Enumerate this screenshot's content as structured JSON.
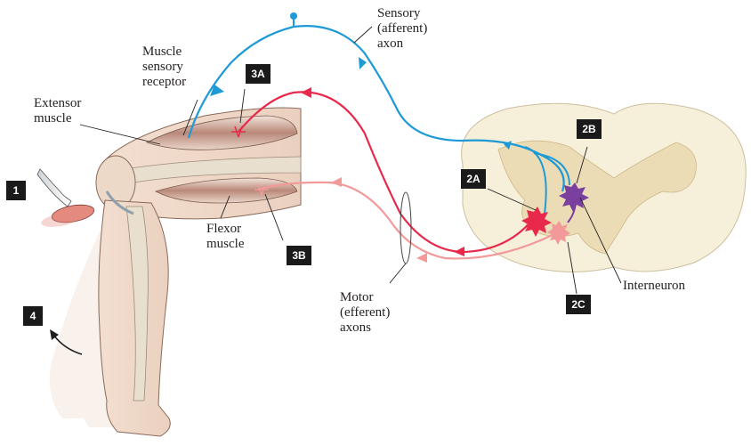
{
  "labels": {
    "sensory_axon": "Sensory\n(afferent)\naxon",
    "muscle_sensory_receptor": "Muscle\nsensory\nreceptor",
    "extensor_muscle": "Extensor\nmuscle",
    "flexor_muscle": "Flexor\nmuscle",
    "motor_axons": "Motor\n(efferent)\naxons",
    "interneuron": "Interneuron"
  },
  "steps": {
    "s1": "1",
    "s2a": "2A",
    "s2b": "2B",
    "s2c": "2C",
    "s3a": "3A",
    "s3b": "3B",
    "s4": "4"
  },
  "colors": {
    "sensory": "#1e9ad6",
    "extensor_motor": "#e8294b",
    "flexor_motor": "#f29a9a",
    "interneuron": "#7b3fa0",
    "spinal_white": "#f6efd9",
    "spinal_gray": "#ecdcb5",
    "muscle": "#b9897a",
    "bone": "#e9dfcf",
    "skin": "#f2d9c9"
  }
}
